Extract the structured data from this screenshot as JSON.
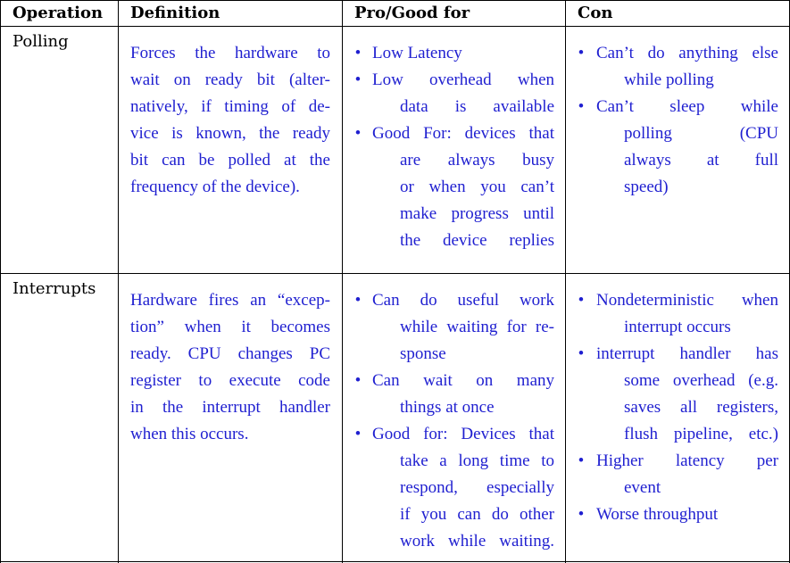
{
  "headers": [
    "Operation",
    "Definition",
    "Pro/Good for",
    "Con"
  ],
  "rows": [
    {
      "label": "Polling",
      "definition": [
        "Forces the hardware to",
        "wait on ready bit (alter-",
        "natively, if timing of de-",
        "vice is known, the ready",
        "bit can be polled at the",
        "frequency of the device)."
      ],
      "pros": [
        [
          "Low Latency"
        ],
        [
          "Low overhead when",
          "data is available"
        ],
        [
          "Good For: devices that",
          "are always busy",
          "or when you can’t",
          "make progress until",
          "the device replies"
        ]
      ],
      "cons": [
        [
          "Can’t do anything else",
          "while polling"
        ],
        [
          "Can’t sleep while",
          "polling (CPU",
          "always at full",
          "speed)"
        ]
      ]
    },
    {
      "label": "Interrupts",
      "definition": [
        "Hardware fires an “excep-",
        "tion” when it becomes",
        "ready. CPU changes PC",
        "register to execute code",
        "in the interrupt handler",
        "when this occurs."
      ],
      "pros": [
        [
          "Can do useful work",
          "while waiting for re-",
          "sponse"
        ],
        [
          "Can wait on many",
          "things at once"
        ],
        [
          "Good for: Devices that",
          "take a long time to",
          "respond, especially",
          "if you can do other",
          "work while waiting."
        ]
      ],
      "cons": [
        [
          "Nondeterministic when",
          "interrupt occurs"
        ],
        [
          "interrupt handler has",
          "some overhead (e.g.",
          "saves all registers,",
          "flush pipeline, etc.)"
        ],
        [
          "Higher latency per",
          "event"
        ],
        [
          "Worse throughput"
        ]
      ]
    }
  ],
  "bullet_symbol": "•",
  "colors": {
    "body_text": "#1f1fd0",
    "rule": "#000000"
  }
}
